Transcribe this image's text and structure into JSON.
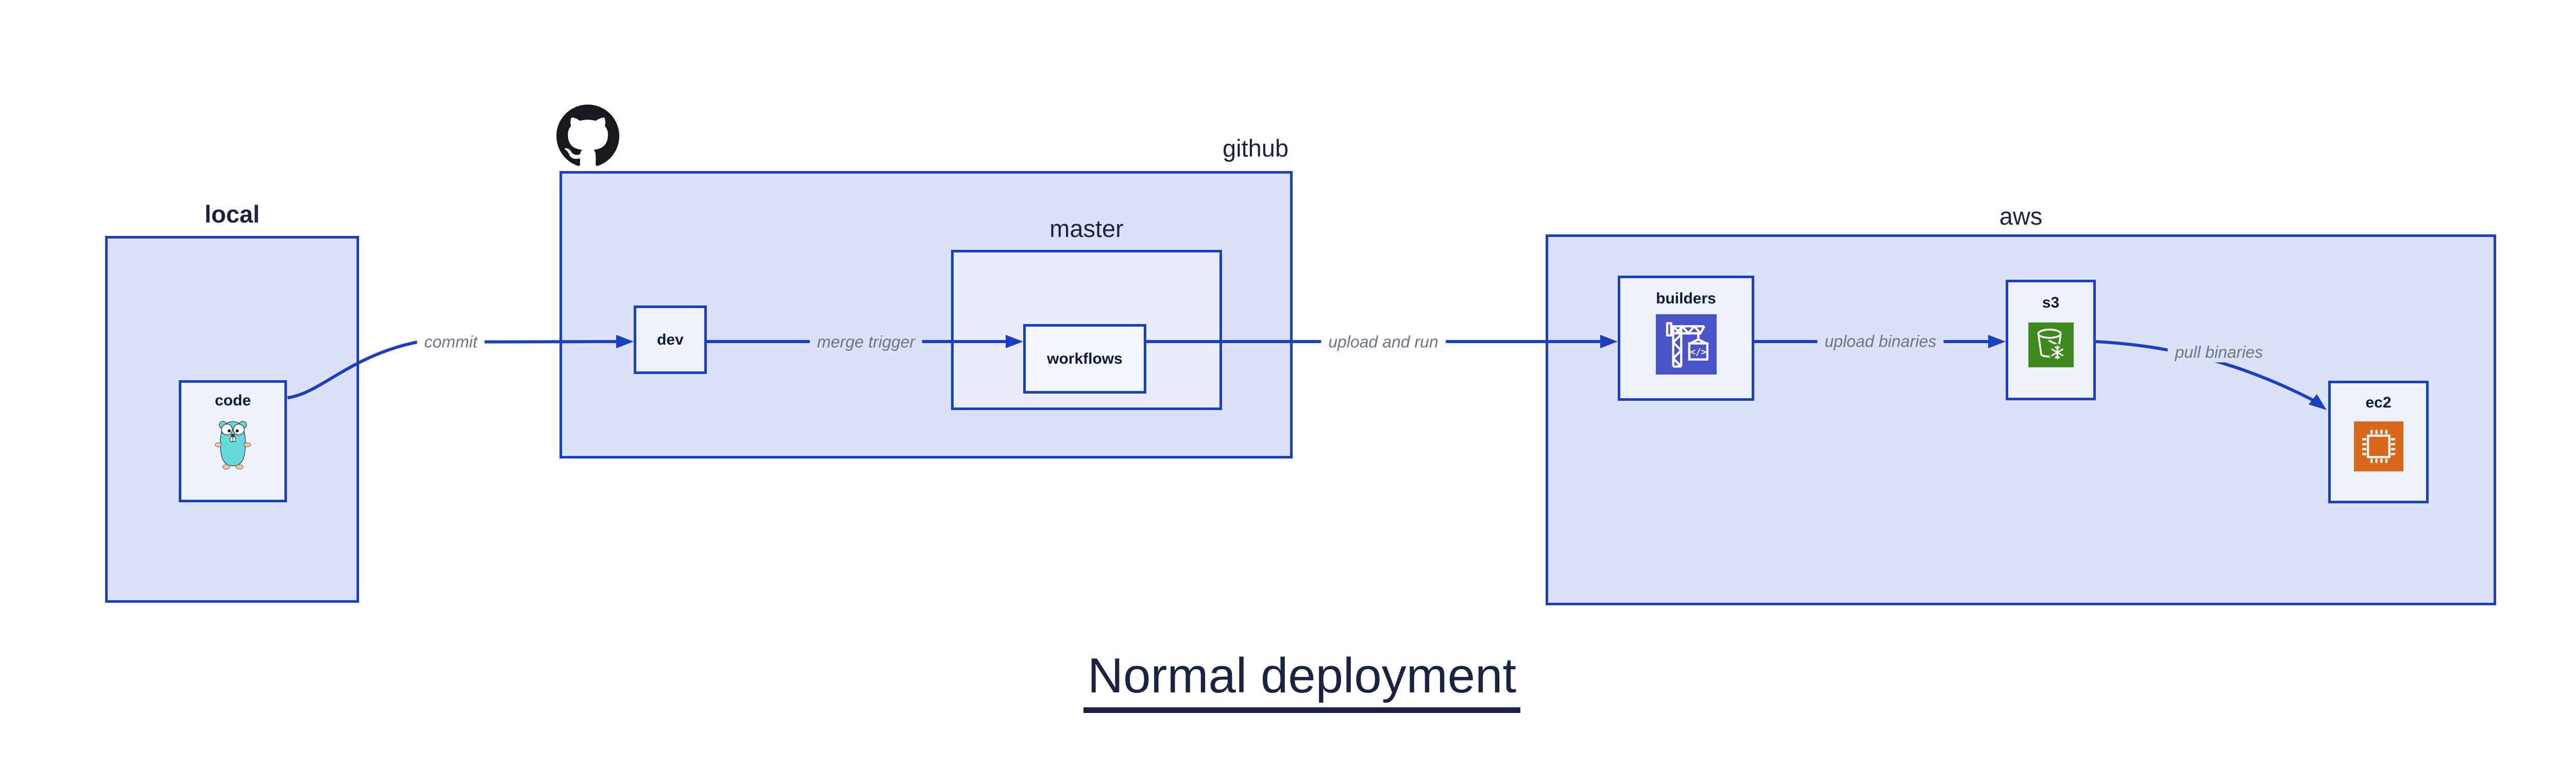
{
  "title": {
    "text": "Normal deployment"
  },
  "groups": {
    "local": {
      "label": "local"
    },
    "github": {
      "label": "github"
    },
    "master": {
      "label": "master"
    },
    "aws": {
      "label": "aws"
    }
  },
  "nodes": {
    "code": {
      "label": "code",
      "icon": "go-gopher-icon"
    },
    "dev": {
      "label": "dev"
    },
    "workflows": {
      "label": "workflows"
    },
    "builders": {
      "label": "builders",
      "icon": "crane-icon"
    },
    "s3": {
      "label": "s3",
      "icon": "bucket-snowflake-icon"
    },
    "ec2": {
      "label": "ec2",
      "icon": "processor-chip-icon"
    }
  },
  "edges": [
    {
      "from": "code",
      "to": "dev",
      "label": "commit"
    },
    {
      "from": "dev",
      "to": "workflows",
      "label": "merge trigger"
    },
    {
      "from": "workflows",
      "to": "builders",
      "label": "upload and run"
    },
    {
      "from": "builders",
      "to": "s3",
      "label": "upload binaries"
    },
    {
      "from": "s3",
      "to": "ec2",
      "label": "pull binaries"
    }
  ],
  "icons": [
    "github-octocat-logo",
    "go-gopher-icon",
    "crane-icon",
    "bucket-snowflake-icon",
    "processor-chip-icon"
  ],
  "colors": {
    "accent": "#1a3fc1",
    "fill-outer": "#dbe2f8",
    "fill-mid": "#e9edfb",
    "fill-leaf": "#eef2fc",
    "fill-leaf-light": "#f4f6fd",
    "text-dark": "#0d1b3a",
    "text-label": "#1b2342",
    "text-edge": "#6d7585",
    "icon-builders": "#4a53c8",
    "icon-s3": "#3f8a1f",
    "icon-ec2": "#d9671c",
    "github-logo": "#17191d",
    "gopher-teal": "#66d9dd",
    "gopher-tan": "#edc9a0"
  }
}
